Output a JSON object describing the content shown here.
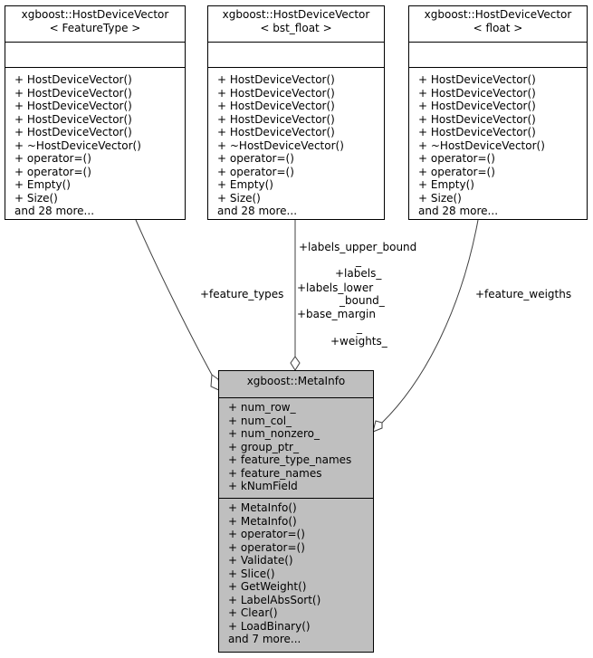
{
  "classes": {
    "feature_type_vec": {
      "title": [
        "xgboost::HostDeviceVector",
        "< FeatureType >"
      ],
      "methods": [
        "+ HostDeviceVector()",
        "+ HostDeviceVector()",
        "+ HostDeviceVector()",
        "+ HostDeviceVector()",
        "+ HostDeviceVector()",
        "+ ~HostDeviceVector()",
        "+ operator=()",
        "+ operator=()",
        "+ Empty()",
        "+ Size()",
        "and 28 more..."
      ]
    },
    "bst_float_vec": {
      "title": [
        "xgboost::HostDeviceVector",
        "< bst_float >"
      ],
      "methods": [
        "+ HostDeviceVector()",
        "+ HostDeviceVector()",
        "+ HostDeviceVector()",
        "+ HostDeviceVector()",
        "+ HostDeviceVector()",
        "+ ~HostDeviceVector()",
        "+ operator=()",
        "+ operator=()",
        "+ Empty()",
        "+ Size()",
        "and 28 more..."
      ]
    },
    "float_vec": {
      "title": [
        "xgboost::HostDeviceVector",
        "< float >"
      ],
      "methods": [
        "+ HostDeviceVector()",
        "+ HostDeviceVector()",
        "+ HostDeviceVector()",
        "+ HostDeviceVector()",
        "+ HostDeviceVector()",
        "+ ~HostDeviceVector()",
        "+ operator=()",
        "+ operator=()",
        "+ Empty()",
        "+ Size()",
        "and 28 more..."
      ]
    },
    "meta_info": {
      "title": [
        "xgboost::MetaInfo"
      ],
      "attributes": [
        "+ num_row_",
        "+ num_col_",
        "+ num_nonzero_",
        "+ group_ptr_",
        "+ feature_type_names",
        "+ feature_names",
        "+ kNumField"
      ],
      "methods": [
        "+ MetaInfo()",
        "+ MetaInfo()",
        "+ operator=()",
        "+ operator=()",
        "+ Validate()",
        "+ Slice()",
        "+ GetWeight()",
        "+ LabelAbsSort()",
        "+ Clear()",
        "+ LoadBinary()",
        "and 7 more..."
      ]
    }
  },
  "edges": {
    "feature_types": "+feature_types",
    "bst_float_members": [
      "+labels_upper_bound",
      "_",
      "+labels_",
      "+labels_lower",
      "_bound_",
      "+base_margin",
      "_",
      "+weights_"
    ],
    "feature_weigths": "+feature_weigths"
  }
}
